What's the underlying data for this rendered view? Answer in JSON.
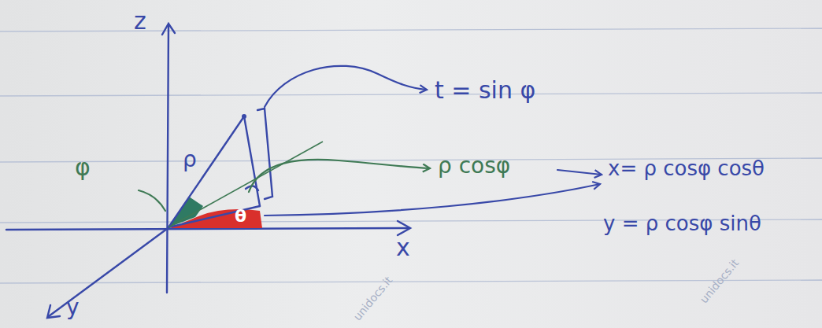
{
  "diagram": {
    "labels": [
      "z",
      "x",
      "y",
      "φ",
      "ρ",
      "θ",
      "t = sin φ",
      "ρ cosφ",
      "x= ρ cosφ cosθ",
      "y = ρ cosφ sinθ",
      "unidocs.it",
      "unidocs.it"
    ]
  }
}
